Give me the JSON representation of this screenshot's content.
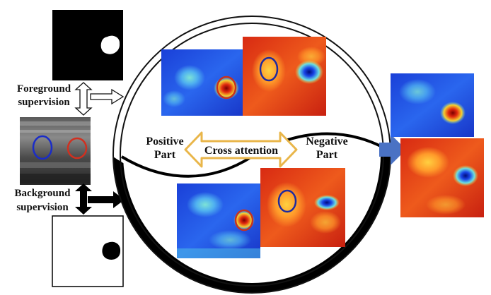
{
  "labels": {
    "foreground": [
      "Foreground",
      "supervision"
    ],
    "background": [
      "Background",
      "supervision"
    ],
    "positive": [
      "Positive",
      "Part"
    ],
    "negative": [
      "Negative",
      "Part"
    ],
    "cross_attention": "Cross attention"
  },
  "colors": {
    "cold_map": "#1e3ce6",
    "hot_map": "#e63a1e",
    "positive_marker": "#c8321e",
    "negative_marker": "#1e2aa0",
    "cross_arrow_fill": "#ffffff",
    "cross_arrow_stroke": "#e9b64a",
    "output_arrow": "#4a72c4",
    "ring": "#111111"
  },
  "icons": {
    "foreground_arrow": "hollow-double-arrow",
    "background_arrow": "solid-double-arrow",
    "output_arrow": "solid-right-arrow",
    "cross_arrow": "hollow-left-right-arrow"
  }
}
